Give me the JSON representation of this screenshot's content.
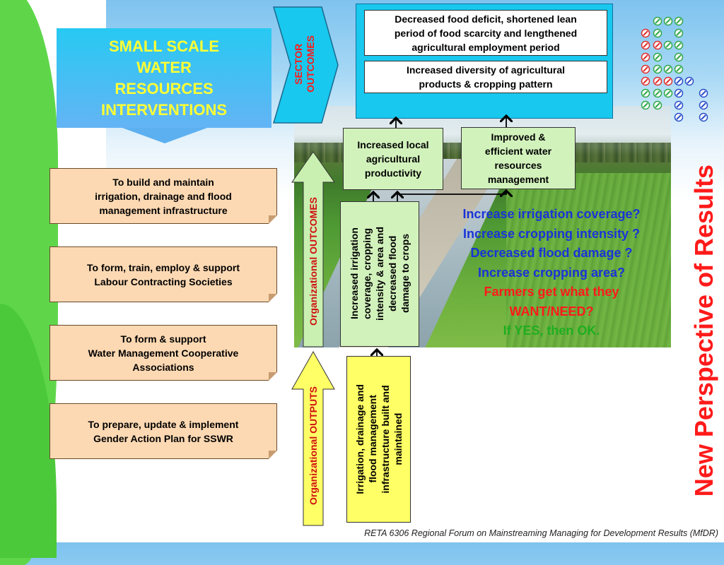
{
  "title": "SMALL SCALE\nWATER\nRESOURCES\nINTERVENTIONS",
  "activities": [
    "To build and maintain\nirrigation, drainage and flood\nmanagement infrastructure",
    "To form, train, employ & support\nLabour Contracting Societies",
    "To form & support\nWater Management Cooperative\nAssociations",
    "To prepare, update & implement\nGender Action Plan for SSWR"
  ],
  "labels": {
    "sector_outcomes": "SECTOR\nOUTCOMES",
    "organizational_outcomes": "Organizational OUTCOMES",
    "organizational_outputs": "Organizational OUTPUTS"
  },
  "sector_outcomes": [
    "Decreased food deficit, shortened lean\nperiod of food scarcity and lengthened\nagricultural employment period",
    "Increased diversity of agricultural\nproducts & cropping pattern"
  ],
  "org_outcomes": {
    "local_productivity": "Increased local\nagricultural\nproductivity",
    "water_management": "Improved &\nefficient water\nresources\nmanagement",
    "irrigation_coverage": "Increased irrigation\ncoverage, cropping\nintensity & area and\ndecreased flood\ndamage to crops"
  },
  "output": "Irrigation, drainage and\nflood management\ninfrastructure built and\nmaintained",
  "questions": [
    {
      "text": "Increase irrigation coverage?",
      "color": "#1a33d8"
    },
    {
      "text": "Increase cropping intensity ?",
      "color": "#1a33d8"
    },
    {
      "text": "Decreased flood damage ?",
      "color": "#1a33d8"
    },
    {
      "text": "Increase cropping  area?",
      "color": "#1a33d8"
    },
    {
      "text": "Farmers get what they",
      "color": "#ff1a1a"
    },
    {
      "text": "WANT/NEED?",
      "color": "#ff1a1a"
    },
    {
      "text": "If YES, then OK.",
      "color": "#1fae1f"
    }
  ],
  "side_title": "New Perspective of Results",
  "footer": "RETA 6306 Regional Forum on Mainstreaming Managing for Development Results (MfDR)",
  "colors": {
    "title_text": "#ffff33",
    "activity_fill": "#fdd9b3",
    "org_fill": "#d2f2bc",
    "output_fill": "#ffff66",
    "panel_cyan": "#18c8ee",
    "accent_red": "#ff1a1a"
  }
}
